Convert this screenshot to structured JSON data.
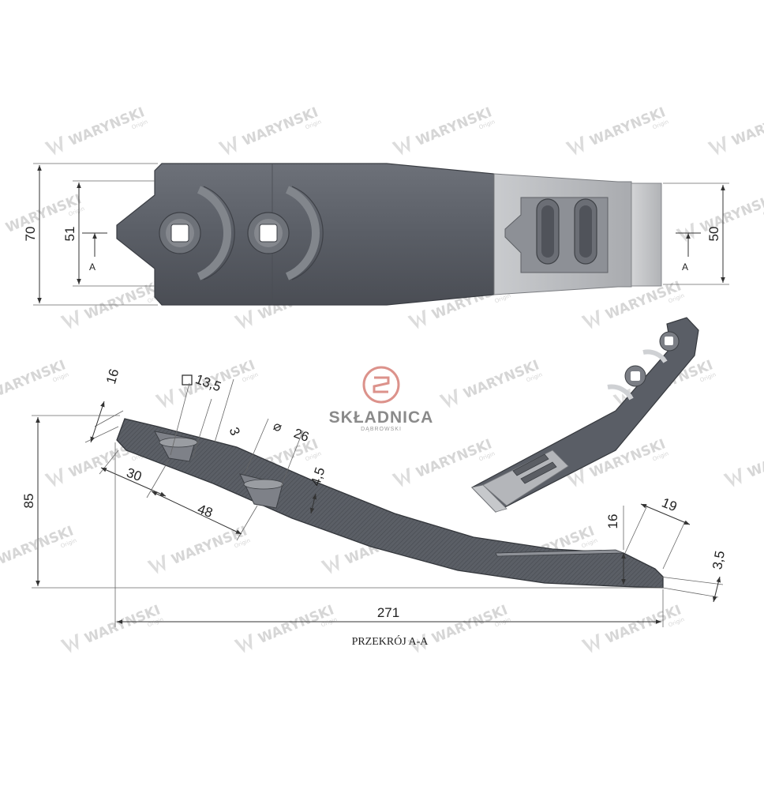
{
  "watermark": {
    "brand": "WARYNSKI",
    "tag": "Origin"
  },
  "logo": {
    "name": "SKŁADNICA",
    "sub": "DĄBROWSKI"
  },
  "top_view": {
    "dim_overall_height": "70",
    "dim_left_inner": "51",
    "dim_right_inner": "50",
    "section_mark_left": "A",
    "section_mark_right": "A"
  },
  "section_view": {
    "dim_16_left": "16",
    "dim_square": "13,5",
    "dim_3": "3",
    "dim_diameter": "26",
    "dim_4_5": "4,5",
    "dim_30": "30",
    "dim_48": "48",
    "dim_85": "85",
    "dim_271": "271",
    "dim_19": "19",
    "dim_16_right": "16",
    "dim_3_5": "3,5",
    "caption": "PRZEKRÓJ A-A"
  },
  "colors": {
    "steel": "#5d6169",
    "steel_light": "#7c8089",
    "steel_dark": "#3d4047",
    "plate": "#b7b9bd",
    "accent_red": "#c0392b"
  }
}
